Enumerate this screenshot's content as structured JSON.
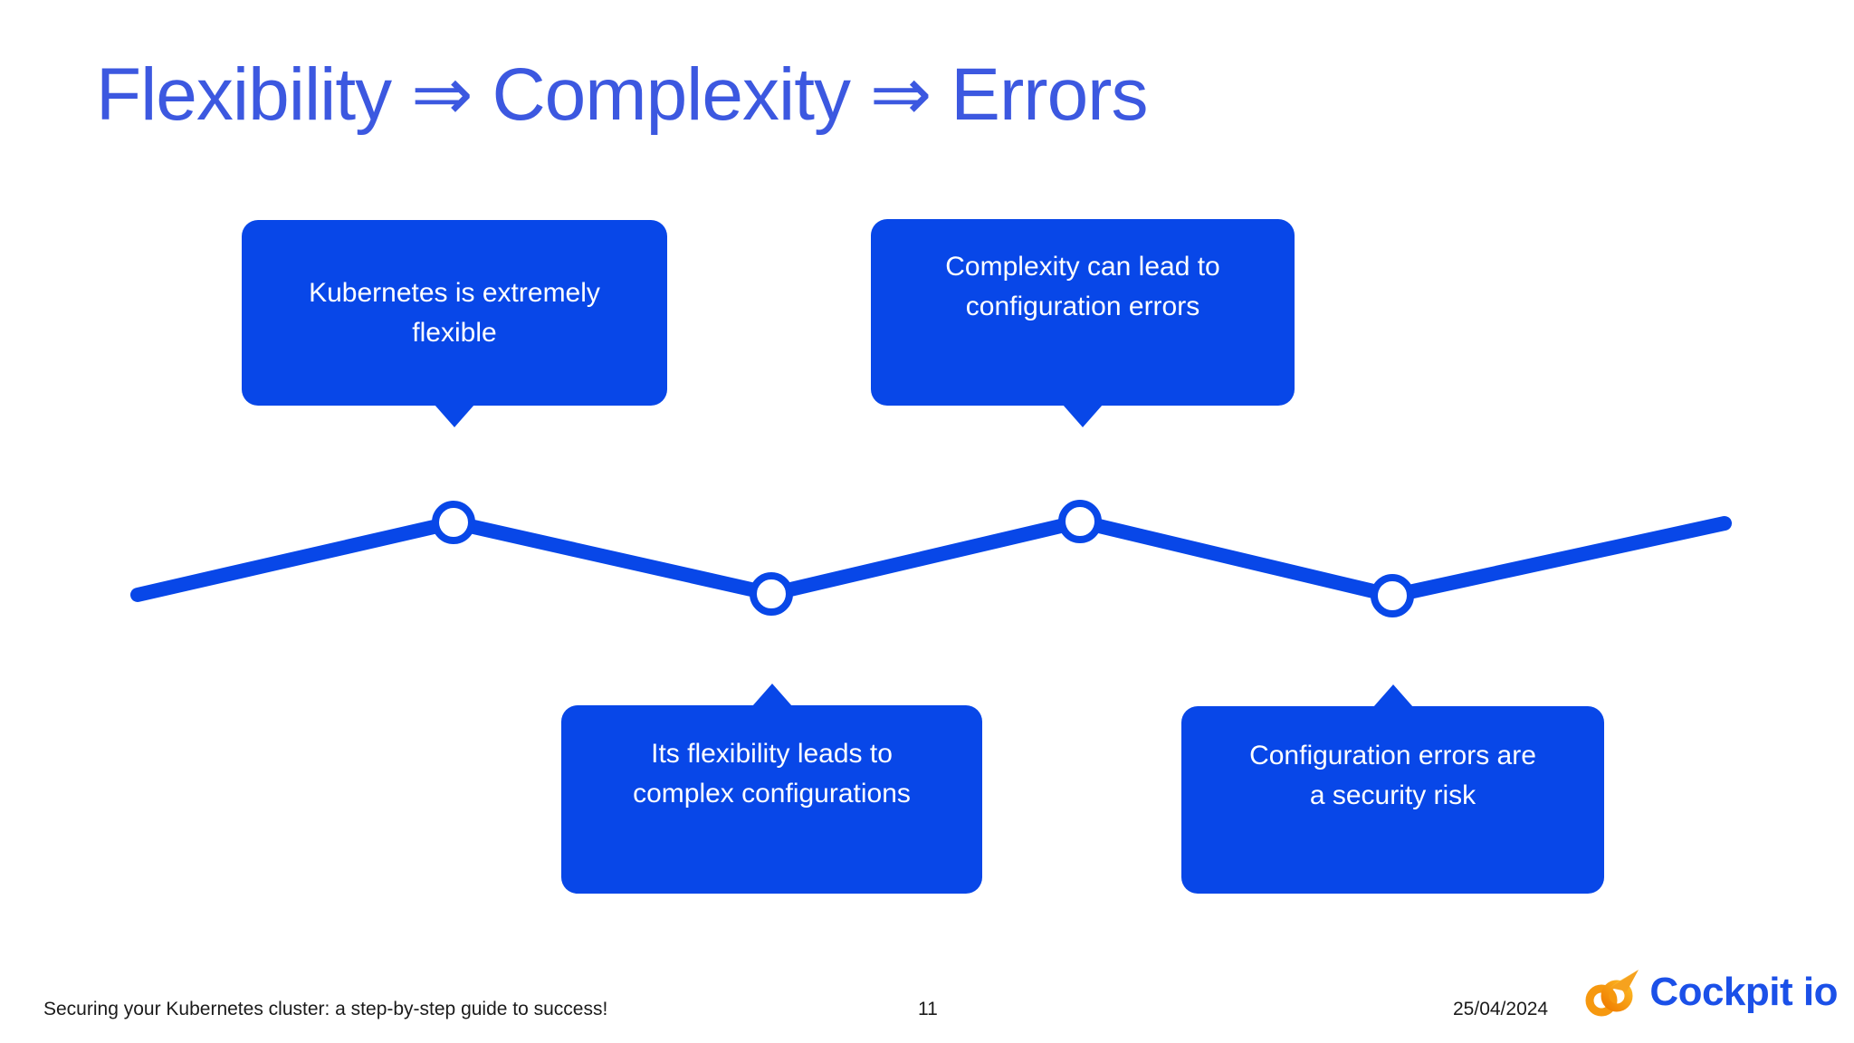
{
  "slide": {
    "title": "Flexibility ⇒ Complexity ⇒ Errors",
    "callouts": [
      {
        "lines": [
          "Kubernetes is extremely",
          "flexible"
        ],
        "tail": "down"
      },
      {
        "lines": [
          "Complexity can lead to",
          "configuration errors"
        ],
        "tail": "down"
      },
      {
        "lines": [
          "Its flexibility leads to",
          "complex configurations"
        ],
        "tail": "up"
      },
      {
        "lines": [
          "Configuration errors are",
          "a security risk"
        ],
        "tail": "up"
      }
    ],
    "footer": {
      "presentation_title": "Securing your Kubernetes cluster: a step-by-step guide to success!",
      "page_number": "11",
      "date": "25/04/2024",
      "logo_text": "Cockpit io"
    },
    "colors": {
      "title_blue": "#3c58e0",
      "box_blue": "#0847e8",
      "line_blue": "#0847e8",
      "logo_text_blue": "#1b50e8",
      "logo_orange": "#f6980f",
      "logo_orange_light": "#fcc33a",
      "footer_text": "#1b1b1b",
      "background": "#ffffff"
    }
  }
}
